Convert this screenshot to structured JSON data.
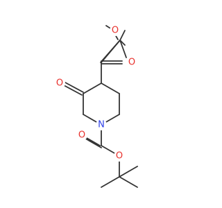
{
  "molecule": {
    "atoms": [
      {
        "id": "O_ester_methoxy",
        "symbol": "O",
        "color": "#e8302c"
      },
      {
        "id": "O_ester_carbonyl",
        "symbol": "O",
        "color": "#e8302c"
      },
      {
        "id": "O_ketone",
        "symbol": "O",
        "color": "#e8302c"
      },
      {
        "id": "N_ring",
        "symbol": "N",
        "color": "#2d3fe8"
      },
      {
        "id": "O_boc_carbonyl",
        "symbol": "O",
        "color": "#e8302c"
      },
      {
        "id": "O_boc_ether",
        "symbol": "O",
        "color": "#e8302c"
      }
    ],
    "bond_color": "#333333"
  }
}
